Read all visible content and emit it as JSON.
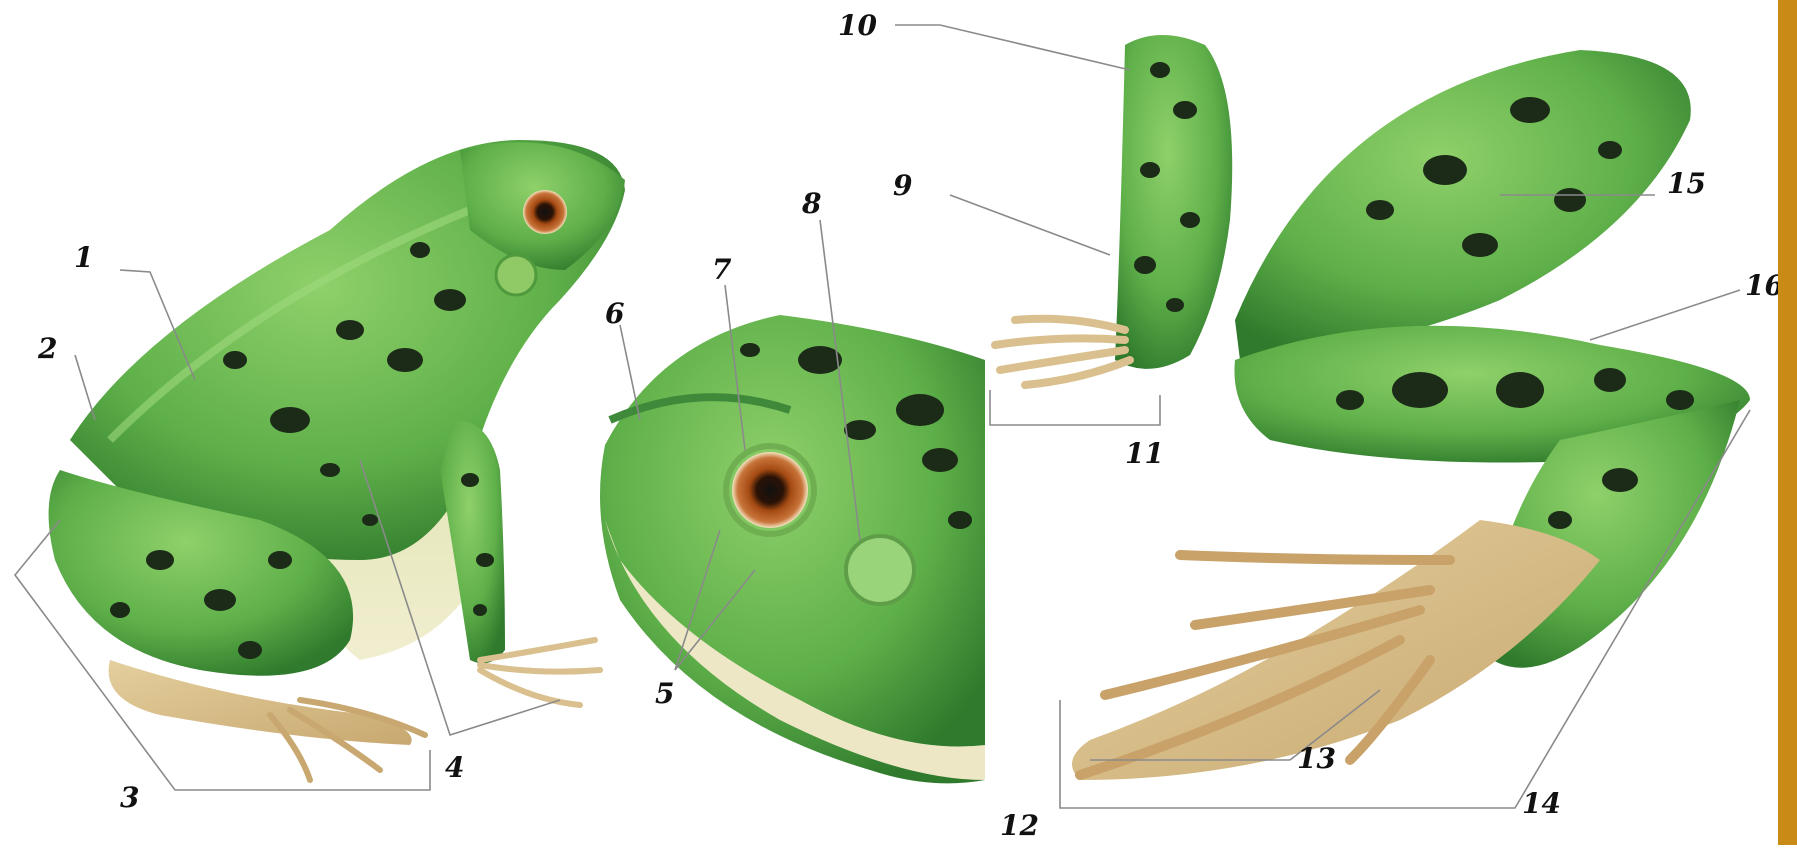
{
  "labels": [
    "1",
    "2",
    "3",
    "4",
    "5",
    "6",
    "7",
    "8",
    "9",
    "10",
    "11",
    "12",
    "13",
    "14",
    "15",
    "16"
  ],
  "colors": {
    "skin_green": "#5fb04a",
    "skin_dark": "#2f7a2c",
    "spot": "#1c2a18",
    "belly": "#e8e4b8",
    "toe": "#d9c08e",
    "eye": "#8a3a10",
    "leader_line": "#8a8a8a",
    "accent_bar": "#c98a16"
  },
  "icons": [
    "frog-body-illustration",
    "frog-head-illustration",
    "frog-foreleg-illustration",
    "frog-hindleg-illustration"
  ]
}
